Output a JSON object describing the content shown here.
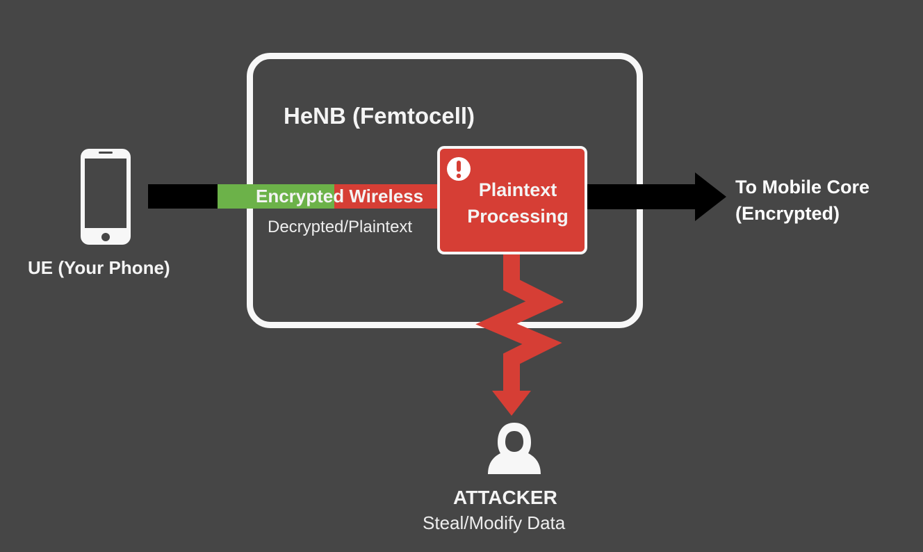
{
  "diagram": {
    "henb_title": "HeNB (Femtocell)",
    "ue_label": "UE (Your Phone)",
    "link_label": "Encrypted Wireless",
    "decrypted_label": "Decrypted/Plaintext",
    "processing_label_line1": "Plaintext",
    "processing_label_line2": "Processing",
    "core_label_line1": "To Mobile Core",
    "core_label_line2": "(Encrypted)",
    "attacker_label": "ATTACKER",
    "attacker_sub": "Steal/Modify Data",
    "icons": [
      "phone-icon",
      "warning-icon",
      "arrow-right-icon",
      "lightning-arrow-icon",
      "hooded-attacker-icon"
    ],
    "colors": {
      "background": "#464646",
      "encrypted": "#6cb249",
      "danger": "#d63e35",
      "box_border": "#f7f7f7",
      "link": "#000000"
    }
  }
}
